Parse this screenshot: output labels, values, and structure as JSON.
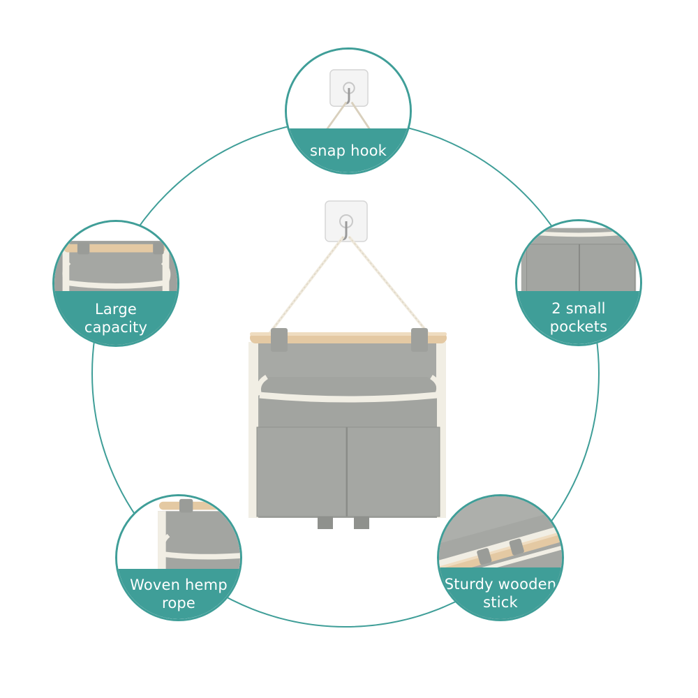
{
  "colors": {
    "accent": "#3f9e98",
    "fabric": "#a9aba7",
    "wood": "#e4c9a3",
    "trim": "#f1eee4"
  },
  "features": [
    {
      "label": "snap hook",
      "icon": "adhesive-hook-icon"
    },
    {
      "label": "Large\ncapacity",
      "icon": "bag-top-icon"
    },
    {
      "label": "2 small\npockets",
      "icon": "pockets-icon"
    },
    {
      "label": "Woven hemp\nrope",
      "icon": "rope-icon"
    },
    {
      "label": "Sturdy wooden\nstick",
      "icon": "wooden-stick-icon"
    }
  ]
}
